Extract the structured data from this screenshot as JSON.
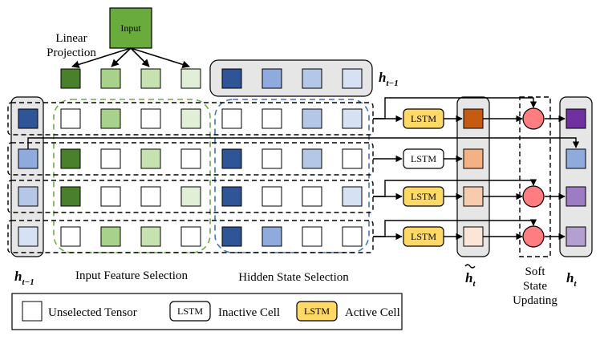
{
  "top": {
    "input_label": "Input",
    "linear_projection_label": [
      "Linear",
      "Projection"
    ],
    "h_prev_top": {
      "base": "h",
      "sub": "t−1"
    }
  },
  "labels": {
    "h_prev_bottom": {
      "base": "h",
      "sub": "t−1"
    },
    "input_feature_selection": "Input Feature Selection",
    "hidden_state_selection": "Hidden State Selection",
    "h_tilde": {
      "base": "h",
      "sub": "t"
    },
    "soft_state_updating": [
      "Soft",
      "State",
      "Updating"
    ],
    "h_t": {
      "base": "h",
      "sub": "t"
    }
  },
  "cells": {
    "lstm_text": "LSTM",
    "rows": [
      {
        "active": true
      },
      {
        "active": false
      },
      {
        "active": true
      },
      {
        "active": true
      }
    ]
  },
  "legend": {
    "unselected": "Unselected Tensor",
    "lstm_text": "LSTM",
    "inactive": "Inactive Cell",
    "active": "Active Cell"
  },
  "colors": {
    "input_green": "#6aab3e",
    "green_dark": "#4a7f2c",
    "green_mid": "#a8d18b",
    "green_light": "#c5e2b0",
    "green_pale": "#e0efd5",
    "blue_dark": "#2f5597",
    "blue_mid": "#8faadc",
    "blue_light": "#b4c7e7",
    "blue_pale": "#d6e1f3",
    "active_cell": "#ffd966",
    "red_node": "#ff7c80",
    "orange_dark": "#c55a11",
    "orange_mid": "#f4b183",
    "orange_light": "#f8cbad",
    "orange_pale": "#fbe5d6",
    "purple_dark": "#7030a0",
    "purple_mid": "#9e7bc5",
    "purple_light": "#b4a0d0",
    "panel_gray": "#e7e6e6",
    "green_dash": "#70ad47",
    "blue_dash": "#4472c4"
  }
}
